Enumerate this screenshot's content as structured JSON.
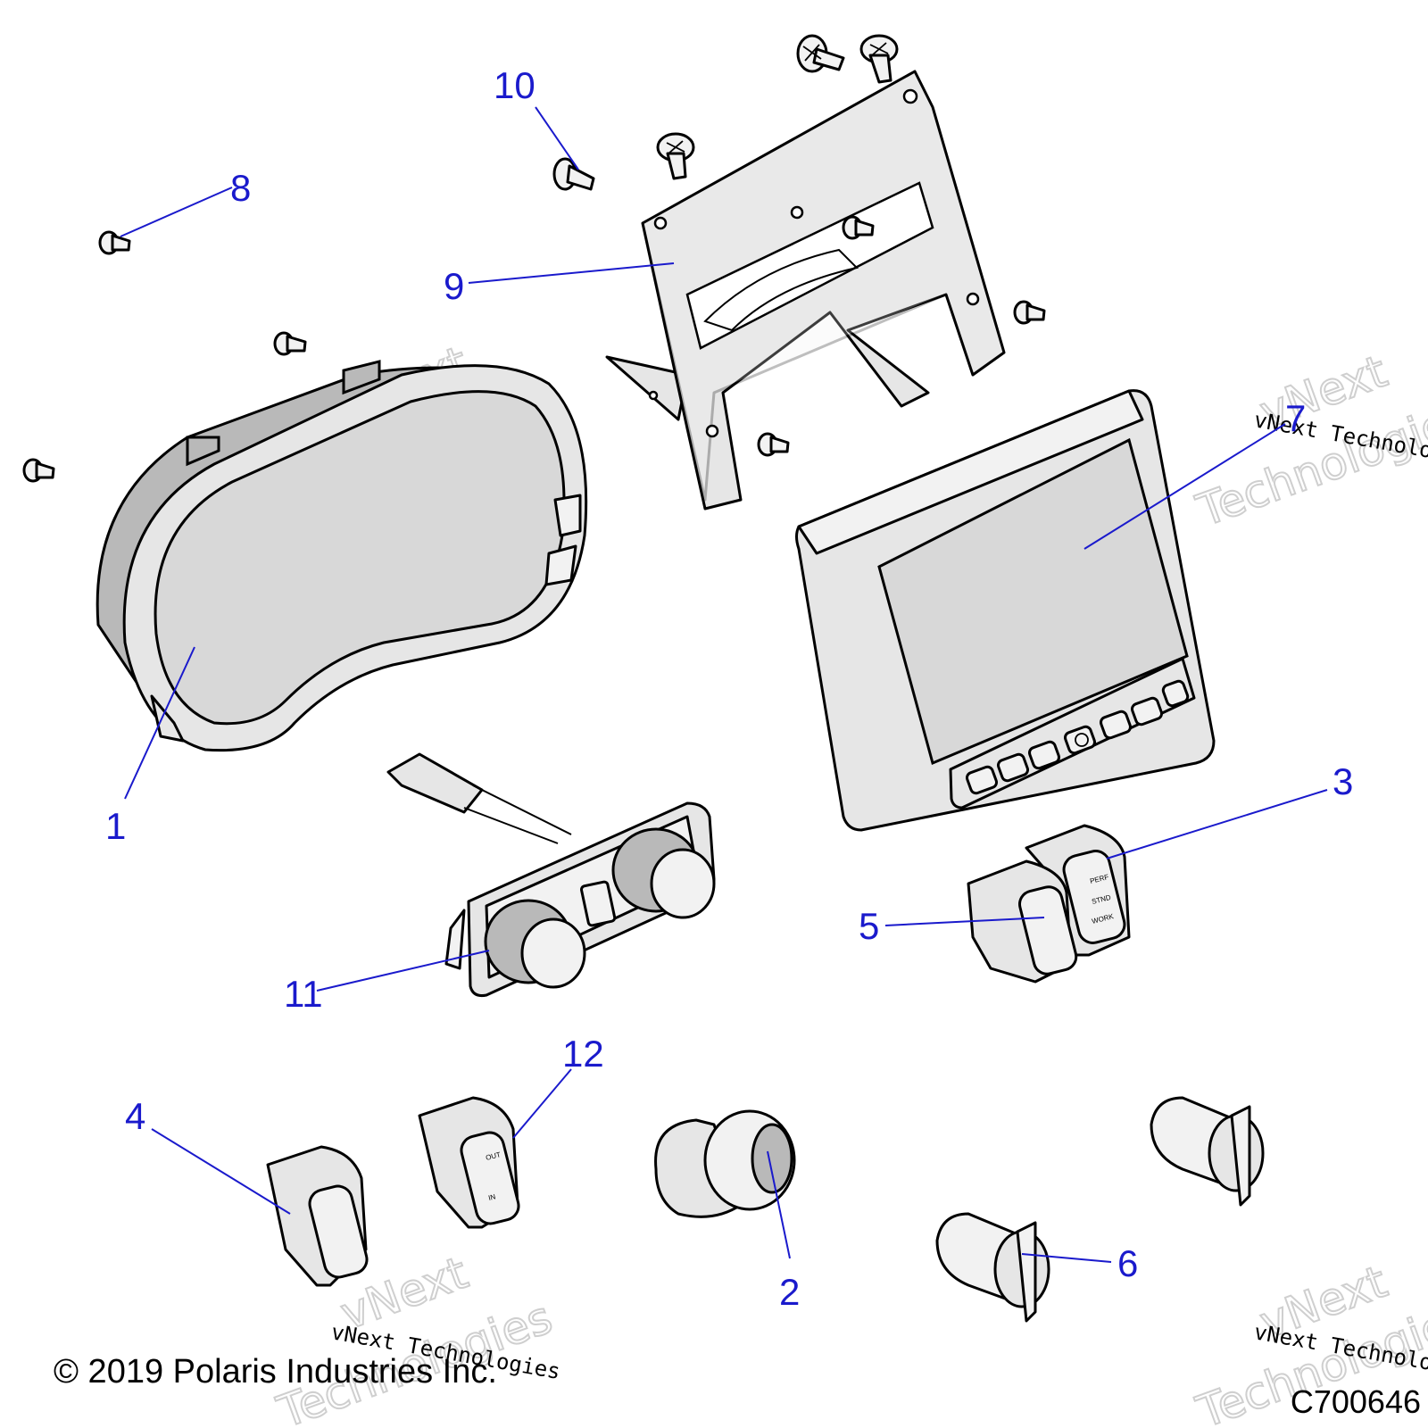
{
  "callouts": [
    {
      "num": "1"
    },
    {
      "num": "2"
    },
    {
      "num": "3"
    },
    {
      "num": "4"
    },
    {
      "num": "5"
    },
    {
      "num": "6"
    },
    {
      "num": "7"
    },
    {
      "num": "8"
    },
    {
      "num": "9"
    },
    {
      "num": "10"
    },
    {
      "num": "11"
    },
    {
      "num": "12"
    }
  ],
  "colors": {
    "callout": "#1a1acc",
    "line": "#000000",
    "part_fill": "#e6e6e6"
  },
  "watermark": {
    "small": "vNext Technologies",
    "big_1": "vNext",
    "big_2": "Technologies"
  },
  "switch_labels": {
    "perf": "PERF",
    "stnd": "STND",
    "work": "WORK",
    "out": "OUT",
    "in": "IN"
  },
  "footer": {
    "copyright": "© 2019 Polaris Industries Inc.",
    "drawing_id": "C700646"
  }
}
